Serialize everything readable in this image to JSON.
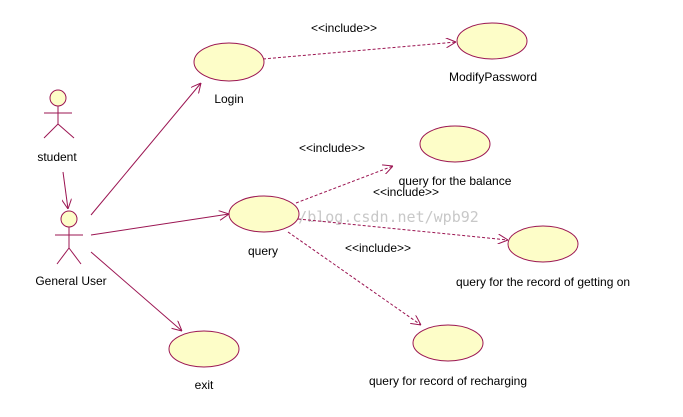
{
  "colors": {
    "line": "#9b1552",
    "usecase_fill": "#fdfdc8",
    "text": "#000000",
    "watermark": "#c8c8c8"
  },
  "actors": {
    "student": "student",
    "general_user": "General User"
  },
  "use_cases": {
    "login": "Login",
    "modify_password": "ModifyPassword",
    "query": "query",
    "balance": "query for the balance",
    "getting_on": "query for the record of getting on",
    "recharging": "query for record of recharging",
    "exit": "exit"
  },
  "stereotypes": {
    "login_modify": "<<include>>",
    "query_balance": "<<include>>",
    "query_getting_on": "<<include>>",
    "query_recharging": "<<include>>"
  },
  "watermark": "http://blog.csdn.net/wpb92"
}
